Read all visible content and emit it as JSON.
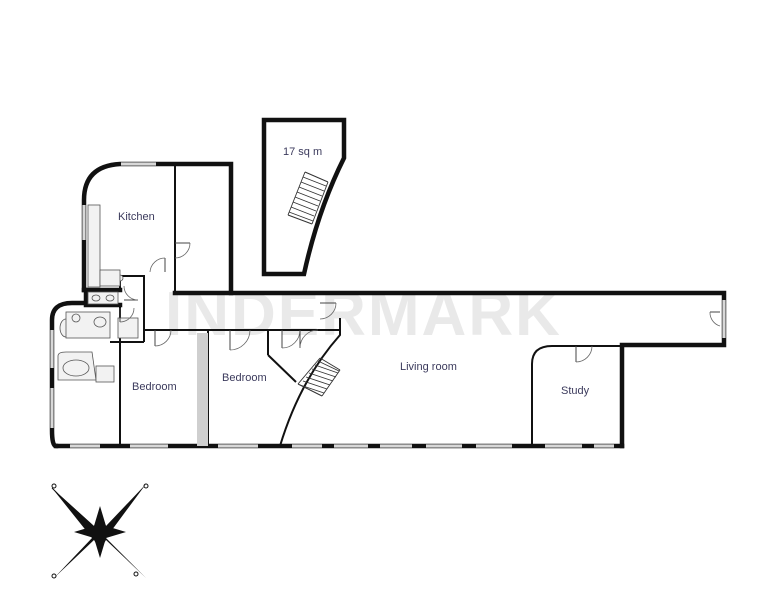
{
  "plan": {
    "rooms": {
      "kitchen": "Kitchen",
      "upper_room": "17 sq m",
      "bedroom_left": "Bedroom",
      "bedroom_center": "Bedroom",
      "living_room": "Living room",
      "study": "Study"
    },
    "watermark": "INDERMARK",
    "compass_icon": "compass-star-icon"
  }
}
